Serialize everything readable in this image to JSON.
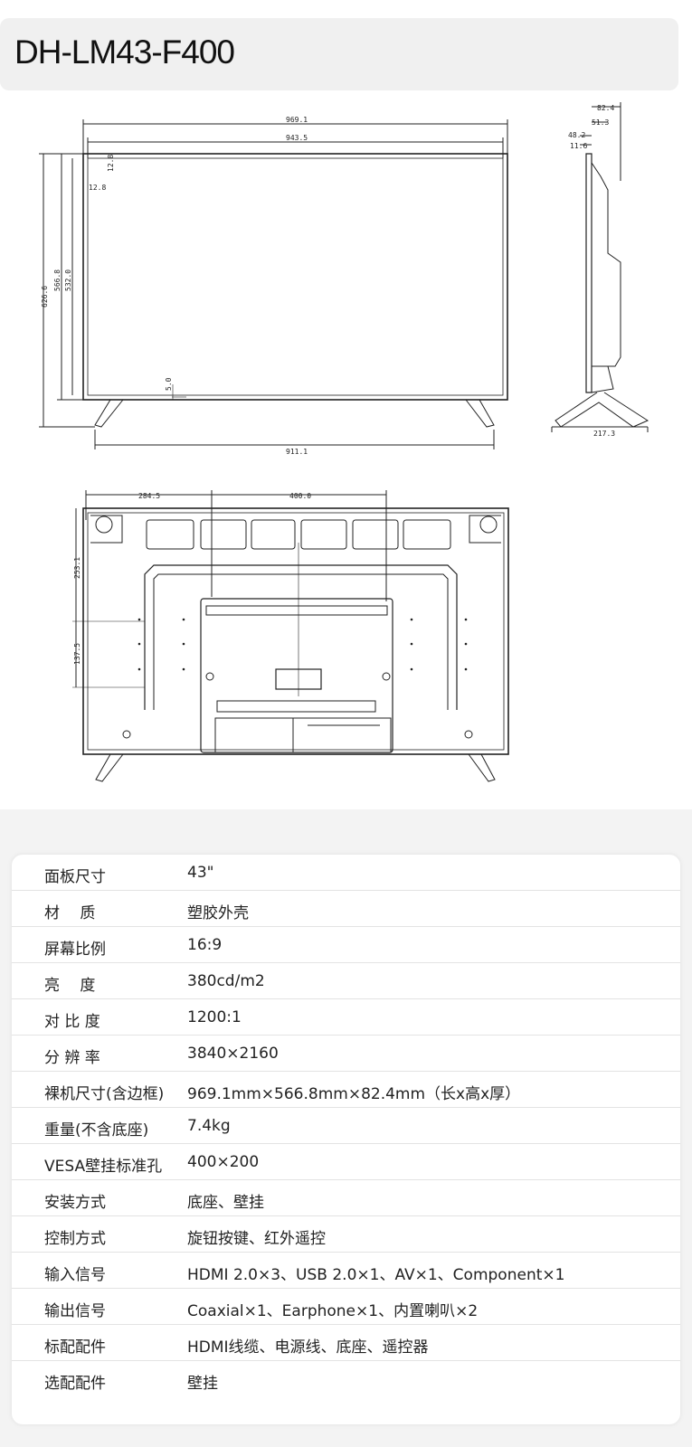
{
  "title": "DH-LM43-F400",
  "dimensions": {
    "front": [
      "969.1",
      "943.5",
      "12.8",
      "12.8",
      "626.6",
      "566.8",
      "532.0",
      "5.0",
      "911.1"
    ],
    "side": [
      "82.4",
      "51.3",
      "48.2",
      "11.6",
      "217.3"
    ],
    "back": [
      "284.5",
      "400.0",
      "253.1",
      "137.5"
    ]
  },
  "specs": [
    {
      "label": "面板尺寸",
      "value": "43\""
    },
    {
      "label": "材　 质",
      "value": "塑胶外壳"
    },
    {
      "label": "屏幕比例",
      "value": "16:9"
    },
    {
      "label": "亮　 度",
      "value": "380cd/m2"
    },
    {
      "label": "对 比 度",
      "value": "1200:1"
    },
    {
      "label": "分 辨 率",
      "value": "3840×2160"
    },
    {
      "label": "裸机尺寸(含边框)",
      "value": "969.1mm×566.8mm×82.4mm（长x高x厚）"
    },
    {
      "label": "重量(不含底座)",
      "value": "7.4kg"
    },
    {
      "label": "VESA壁挂标准孔",
      "value": "400×200"
    },
    {
      "label": "安装方式",
      "value": "底座、壁挂"
    },
    {
      "label": "控制方式",
      "value": "旋钮按键、红外遥控"
    },
    {
      "label": "输入信号",
      "value": "HDMI 2.0×3、USB 2.0×1、AV×1、Component×1"
    },
    {
      "label": "输出信号",
      "value": "Coaxial×1、Earphone×1、内置喇叭×2"
    },
    {
      "label": "标配配件",
      "value": "HDMI线缆、电源线、底座、遥控器"
    },
    {
      "label": "选配配件",
      "value": "壁挂"
    }
  ]
}
